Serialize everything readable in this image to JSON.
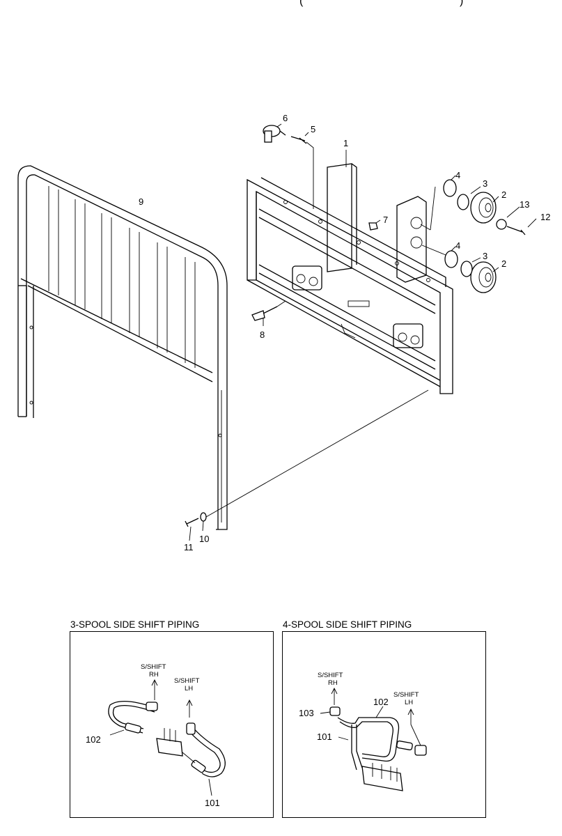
{
  "header_fragment": "(",
  "header_fragment_2": ")",
  "callouts": {
    "c1": "1",
    "c2a": "2",
    "c2b": "2",
    "c3a": "3",
    "c3b": "3",
    "c4a": "4",
    "c4b": "4",
    "c5": "5",
    "c6": "6",
    "c7": "7",
    "c8": "8",
    "c9": "9",
    "c10": "10",
    "c11": "11",
    "c12": "12",
    "c13": "13"
  },
  "panel_left": {
    "title": "3-SPOOL SIDE SHIFT PIPING",
    "rh_line1": "S/SHIFT",
    "rh_line2": "RH",
    "lh_line1": "S/SHIFT",
    "lh_line2": "LH",
    "c102": "102",
    "c101": "101"
  },
  "panel_right": {
    "title": "4-SPOOL SIDE SHIFT PIPING",
    "rh_line1": "S/SHIFT",
    "rh_line2": "RH",
    "lh_line1": "S/SHIFT",
    "lh_line2": "LH",
    "c103": "103",
    "c102": "102",
    "c101": "101"
  }
}
